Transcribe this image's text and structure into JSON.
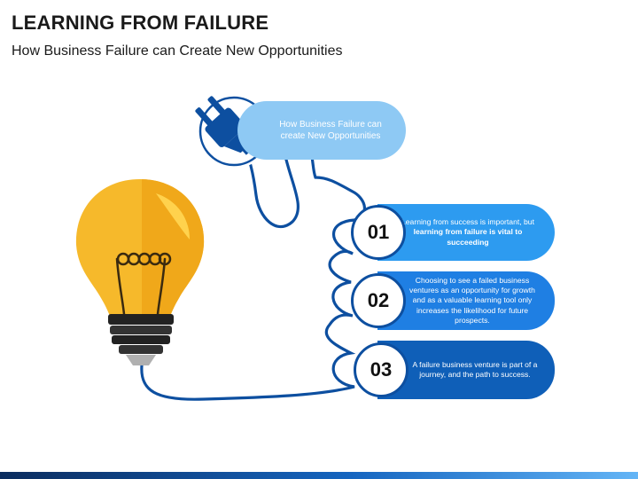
{
  "header": {
    "title": "LEARNING FROM FAILURE",
    "subtitle": "How Business Failure can Create New Opportunities"
  },
  "plug_label": "How Business Failure can create New Opportunities",
  "steps": [
    {
      "number": "01",
      "text_before": "Learning from success is important, but ",
      "text_bold": "learning from failure is vital to succeeding",
      "text_after": ""
    },
    {
      "number": "02",
      "text_before": "Choosing to see a failed business ventures as an opportunity for growth and as a valuable learning tool only increases the likelihood for future prospects.",
      "text_bold": "",
      "text_after": ""
    },
    {
      "number": "03",
      "text_before": "A failure business venture is part of a journey, and the path to success.",
      "text_bold": "",
      "text_after": ""
    }
  ],
  "icons": [
    "light-bulb-icon",
    "plug-icon"
  ],
  "colors": {
    "top_pill": "#8ec9f4",
    "step1": "#2d9bf0",
    "step2": "#1f7fe3",
    "step3": "#0f5fb8",
    "cable": "#0d4fa0",
    "bulb": "#f6b92b"
  }
}
